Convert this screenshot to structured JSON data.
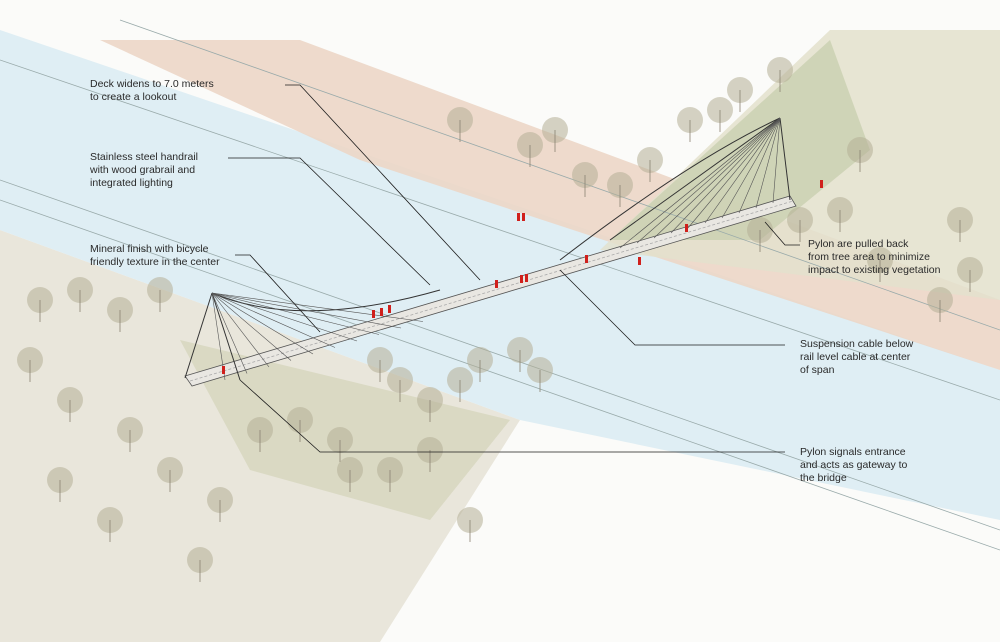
{
  "annotations": [
    {
      "id": "deck-widens",
      "text": "Deck widens to 7.0 meters\nto create a lookout"
    },
    {
      "id": "handrail",
      "text": "Stainless steel handrail\nwith wood grabrail and\nintegrated lighting"
    },
    {
      "id": "mineral-finish",
      "text": "Mineral finish with bicycle\nfriendly texture in the center"
    },
    {
      "id": "pylon-pulled-back",
      "text": "Pylon are pulled back\nfrom tree area to minimize\nimpact to existing vegetation"
    },
    {
      "id": "suspension-cable",
      "text": "Suspension cable below\nrail level  cable at center\nof span"
    },
    {
      "id": "pylon-gateway",
      "text": "Pylon signals entrance\nand acts as gateway to\nthe bridge"
    }
  ],
  "colors": {
    "river": "#dfeef4",
    "bank": "#ecd6c6",
    "land": "#e4e2d2",
    "green": "#c9cfb0",
    "people": "#d0201c",
    "line": "#1e1e1e"
  }
}
